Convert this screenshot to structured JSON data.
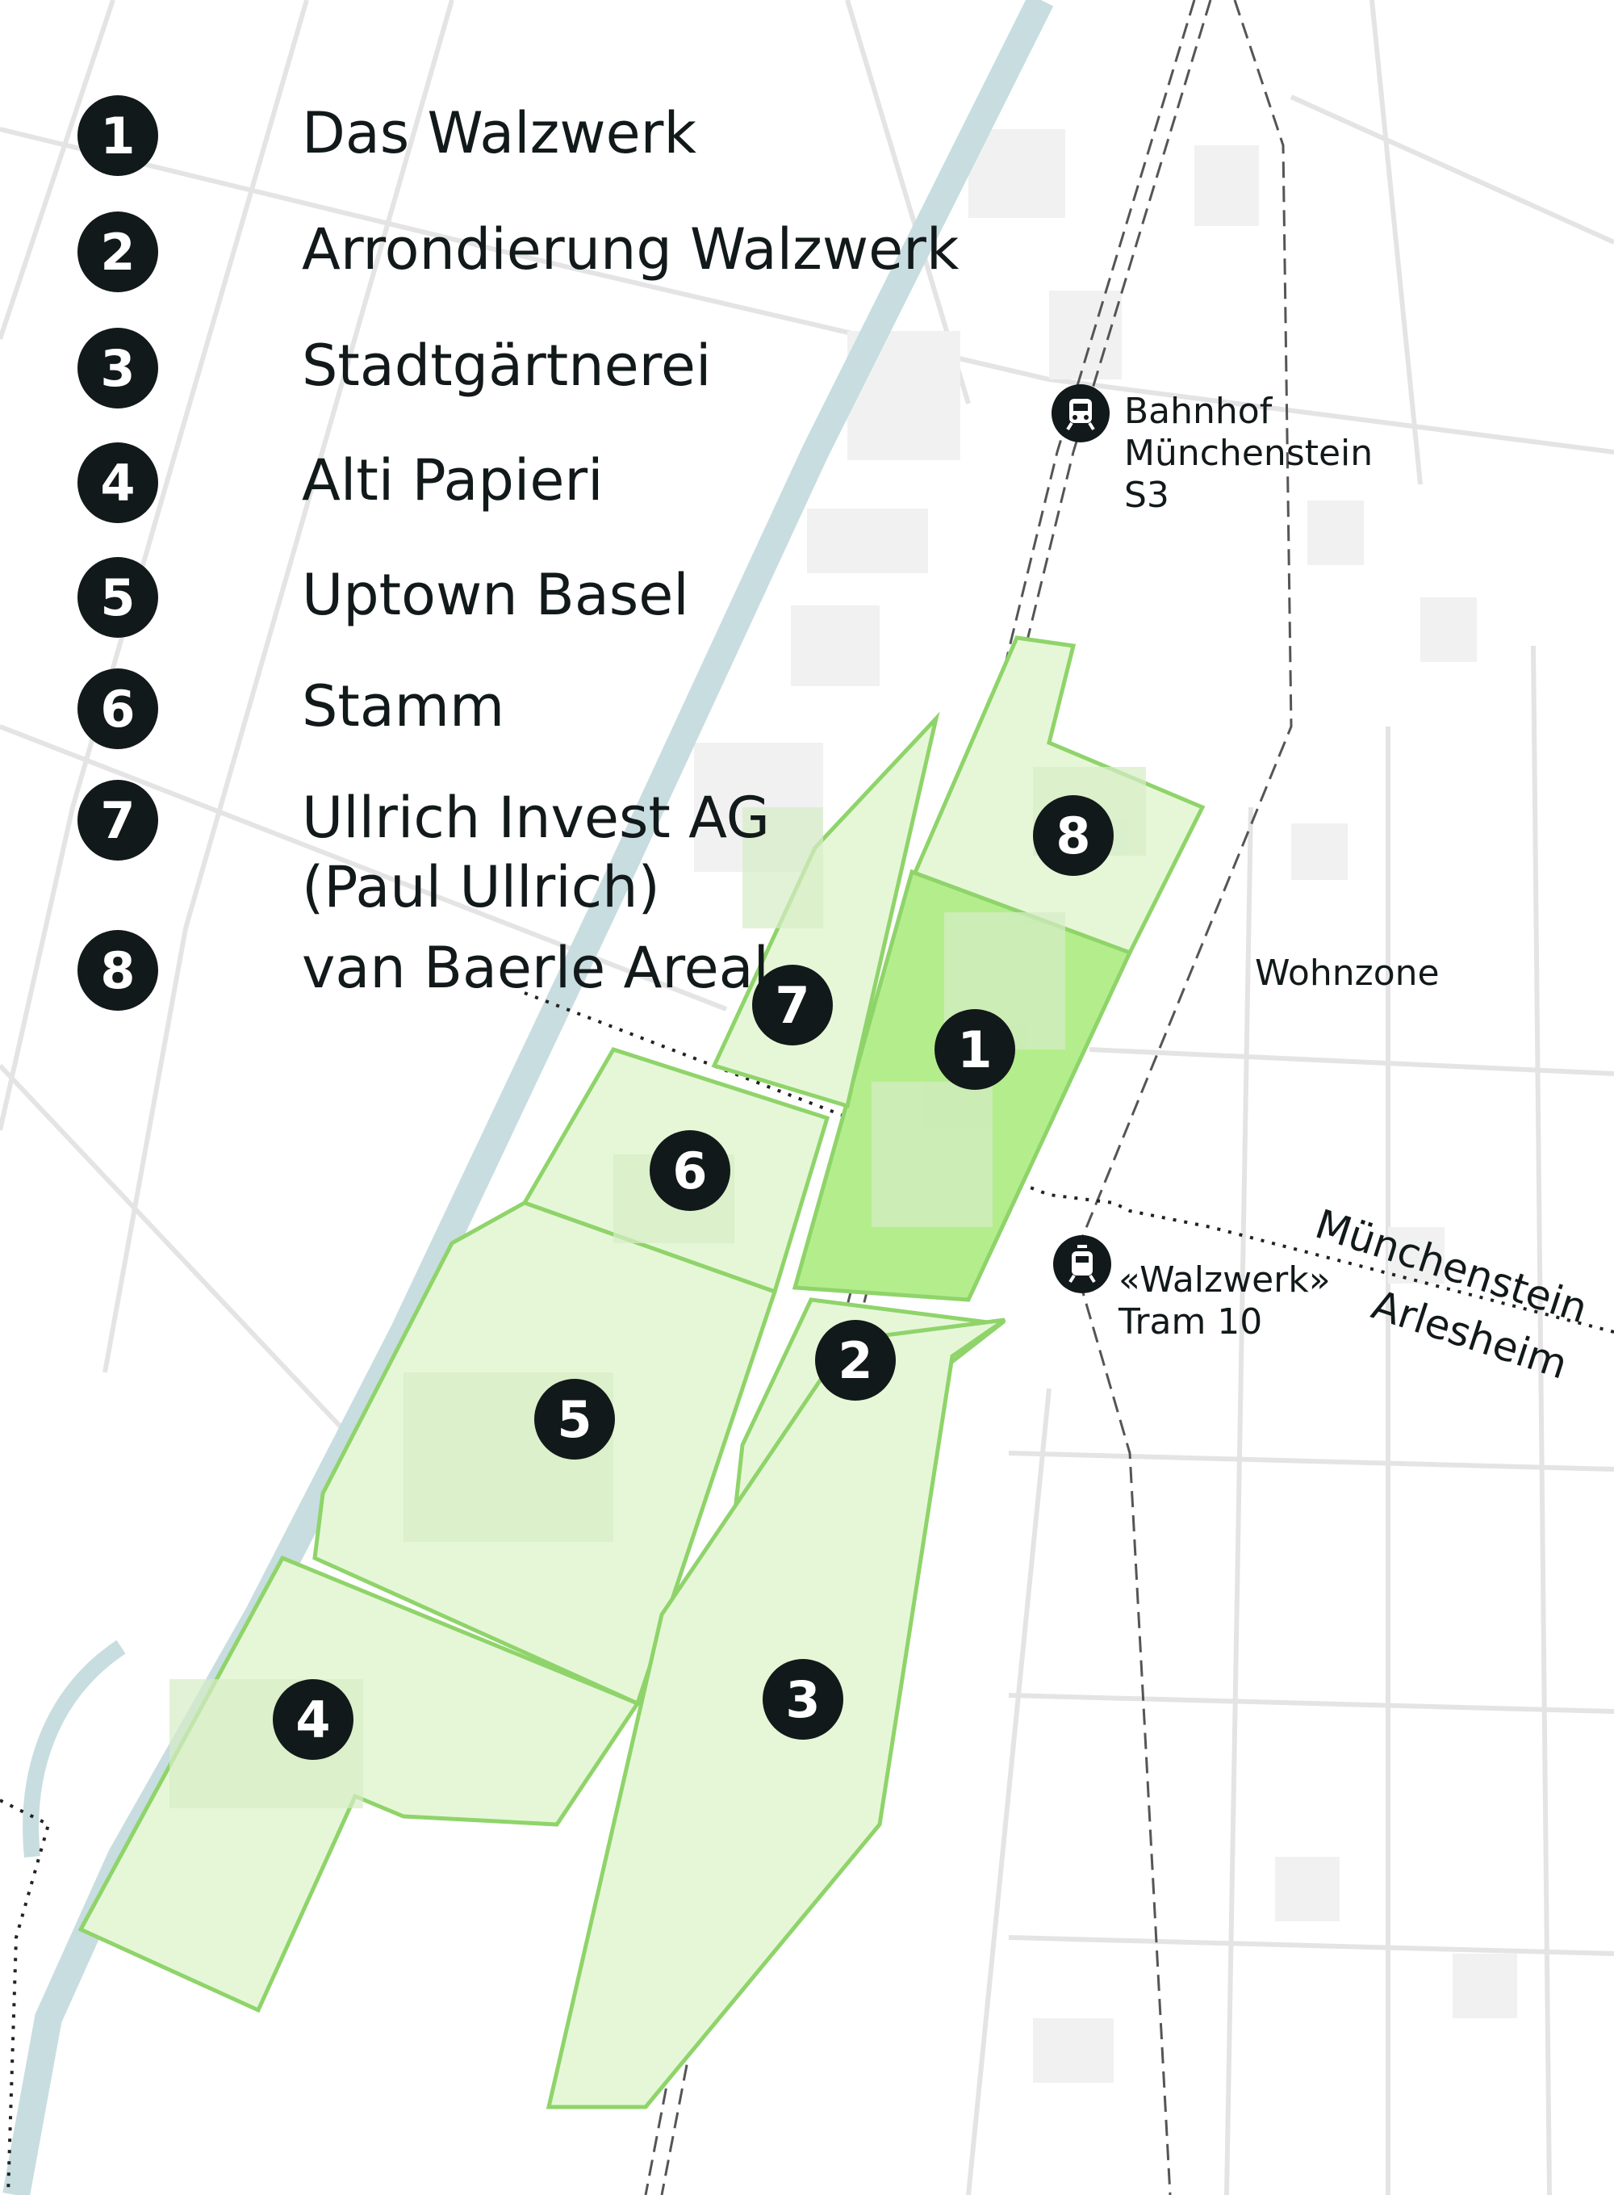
{
  "colors": {
    "accent_green": "#b4ee8c",
    "light_green": "#e6f7d8",
    "outline_green": "#8fd46a",
    "river": "#c8dde0",
    "marker": "#12191a"
  },
  "legend": [
    {
      "number": "1",
      "label": "Das Walzwerk"
    },
    {
      "number": "2",
      "label": "Arrondierung Walzwerk"
    },
    {
      "number": "3",
      "label": "Stadtgärtnerei"
    },
    {
      "number": "4",
      "label": "Alti Papieri"
    },
    {
      "number": "5",
      "label": "Uptown Basel"
    },
    {
      "number": "6",
      "label": "Stamm"
    },
    {
      "number": "7",
      "label": "Ullrich Invest AG\n(Paul Ullrich)"
    },
    {
      "number": "8",
      "label": "van Baerle Areal"
    }
  ],
  "areas": [
    {
      "number": "1"
    },
    {
      "number": "2"
    },
    {
      "number": "3"
    },
    {
      "number": "4"
    },
    {
      "number": "5"
    },
    {
      "number": "6"
    },
    {
      "number": "7"
    },
    {
      "number": "8"
    }
  ],
  "stations": {
    "train": {
      "icon": "train-icon",
      "lines": [
        "Bahnhof",
        "Münchenstein",
        "S3"
      ]
    },
    "tram": {
      "icon": "tram-icon",
      "lines": [
        "«Walzwerk»",
        "Tram 10"
      ]
    }
  },
  "labels": {
    "zone": "Wohnzone",
    "border_north": "Münchenstein",
    "border_south": "Arlesheim"
  }
}
